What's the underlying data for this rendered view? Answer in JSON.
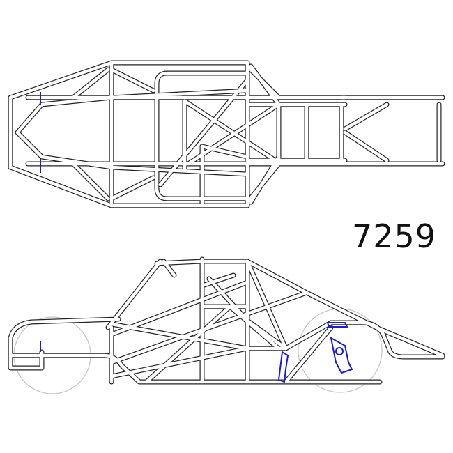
{
  "label": {
    "part_number": "7259"
  },
  "views": {
    "top": {
      "name": "top-view-frame"
    },
    "side": {
      "name": "side-view-frame"
    }
  },
  "colors": {
    "tube_outline": "#222222",
    "background": "#ffffff",
    "accent_parts": "#1a1adb",
    "wheel_outline": "#c8c8c8"
  }
}
